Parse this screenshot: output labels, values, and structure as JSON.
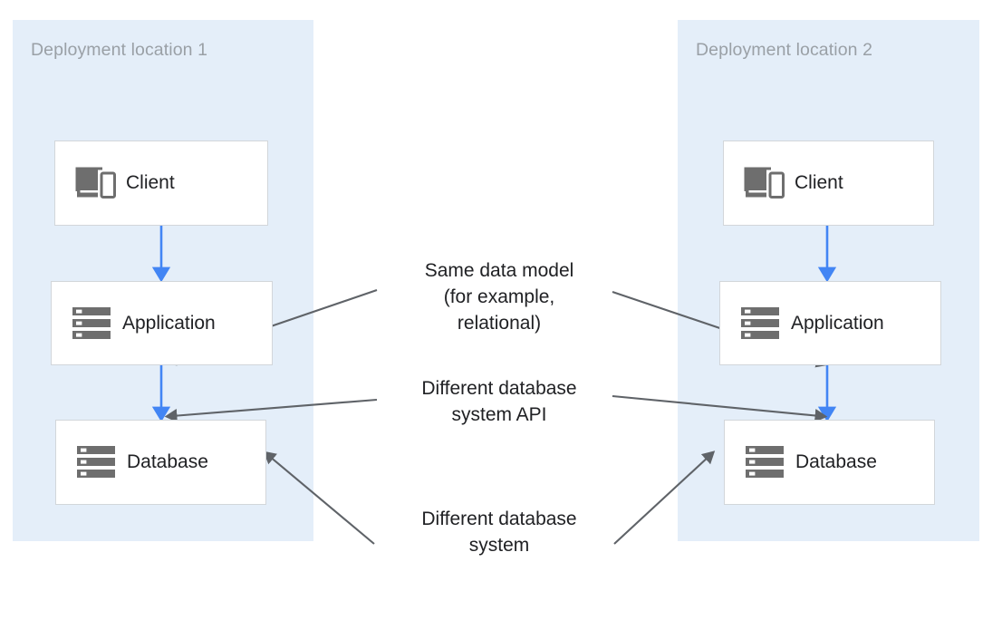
{
  "diagram": {
    "title": "Two deployment locations with same data model but different database systems",
    "colors": {
      "zone_background": "#e4eef9",
      "node_background": "#ffffff",
      "node_border": "#d2d6da",
      "zone_title": "#9aa0a6",
      "flow_arrow": "#4285f4",
      "annotation_arrow": "#5f6368",
      "text": "#202124",
      "icon": "#6e6e6e"
    }
  },
  "zones": [
    {
      "id": "zone-1",
      "title": "Deployment location 1"
    },
    {
      "id": "zone-2",
      "title": "Deployment location 2"
    }
  ],
  "nodes": {
    "zone1": [
      {
        "id": "client-1",
        "label": "Client",
        "icon": "devices-icon"
      },
      {
        "id": "app-1",
        "label": "Application",
        "icon": "server-stack-icon"
      },
      {
        "id": "database-1",
        "label": "Database",
        "icon": "server-stack-icon"
      }
    ],
    "zone2": [
      {
        "id": "client-2",
        "label": "Client",
        "icon": "devices-icon"
      },
      {
        "id": "app-2",
        "label": "Application",
        "icon": "server-stack-icon"
      },
      {
        "id": "database-2",
        "label": "Database",
        "icon": "server-stack-icon"
      }
    ]
  },
  "flows": [
    {
      "from": "client-1",
      "to": "app-1",
      "color": "#4285f4"
    },
    {
      "from": "app-1",
      "to": "database-1",
      "color": "#4285f4"
    },
    {
      "from": "client-2",
      "to": "app-2",
      "color": "#4285f4"
    },
    {
      "from": "app-2",
      "to": "database-2",
      "color": "#4285f4"
    }
  ],
  "annotations": [
    {
      "id": "same-data-model",
      "text": "Same data model\n(for example,\nrelational)",
      "targets": [
        "app-1",
        "app-2"
      ]
    },
    {
      "id": "different-database-system-api",
      "text": "Different database\nsystem API",
      "targets": [
        "database-1",
        "database-2"
      ]
    },
    {
      "id": "different-database-system",
      "text": "Different database\nsystem",
      "targets": [
        "database-1",
        "database-2"
      ]
    }
  ]
}
